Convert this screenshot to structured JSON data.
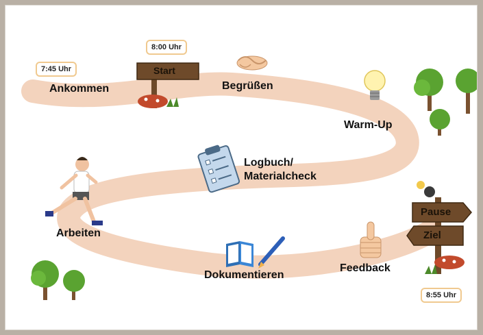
{
  "times": {
    "arrival": "7:45 Uhr",
    "start": "8:00 Uhr",
    "end": "8:55 Uhr"
  },
  "signs": {
    "start": "Start",
    "pause": "Pause",
    "ziel": "Ziel"
  },
  "steps": [
    {
      "label": "Ankommen",
      "icon": "arrival-marker"
    },
    {
      "label": "Begrüßen",
      "icon": "handshake-icon"
    },
    {
      "label": "Warm-Up",
      "icon": "lightbulb-icon"
    },
    {
      "label": "Logbuch/\nMaterialcheck",
      "icon": "clipboard-icon"
    },
    {
      "label": "Arbeiten",
      "icon": "runner-icon"
    },
    {
      "label": "Dokumentieren",
      "icon": "book-pen-icon"
    },
    {
      "label": "Feedback",
      "icon": "thumbs-up-icon"
    }
  ],
  "colors": {
    "path": "#f3d3bd",
    "sign_wood": "#6e4a2a",
    "tree_green": "#5aa331",
    "trunk": "#7a5230",
    "time_border": "#f0c98f"
  }
}
